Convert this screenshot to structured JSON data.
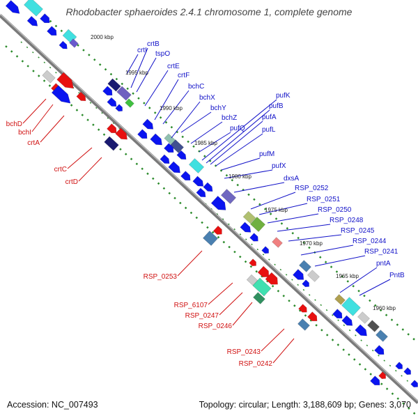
{
  "title": "Rhodobacter sphaeroides 2.4.1 chromosome 1, complete genome",
  "footer": {
    "accession": "Accession: NC_007493",
    "summary": "Topology: circular; Length: 3,188,609 bp; Genes: 3,070"
  },
  "ticks": [
    "2000 kbp",
    "1995 kbp",
    "1990 kbp",
    "1985 kbp",
    "1980 kbp",
    "1975 kbp",
    "1970 kbp",
    "1965 kbp",
    "1960 kbp"
  ],
  "forward_labels": [
    "crtI",
    "crtB",
    "tspO",
    "crtE",
    "crtF",
    "bchC",
    "bchX",
    "bchY",
    "bchZ",
    "pufQ",
    "pufK",
    "pufB",
    "pufA",
    "pufL",
    "pufM",
    "pufX",
    "dxsA",
    "RSP_0252",
    "RSP_0251",
    "RSP_0250",
    "RSP_0248",
    "RSP_0245",
    "RSP_0244",
    "RSP_0241",
    "pntA",
    "PntB"
  ],
  "reverse_labels": [
    "bchD",
    "bchI",
    "crtA",
    "crtC",
    "crtD",
    "RSP_0253",
    "RSP_6107",
    "RSP_0247",
    "RSP_0246",
    "RSP_0243",
    "RSP_0242"
  ],
  "colors": {
    "forward_label": "#1010c8",
    "reverse_label": "#d01010",
    "forward_gene": "#0a14f0",
    "reverse_gene": "#e81010",
    "backbone": "#7a7a7a",
    "track_dots": "#2a8a2a"
  }
}
